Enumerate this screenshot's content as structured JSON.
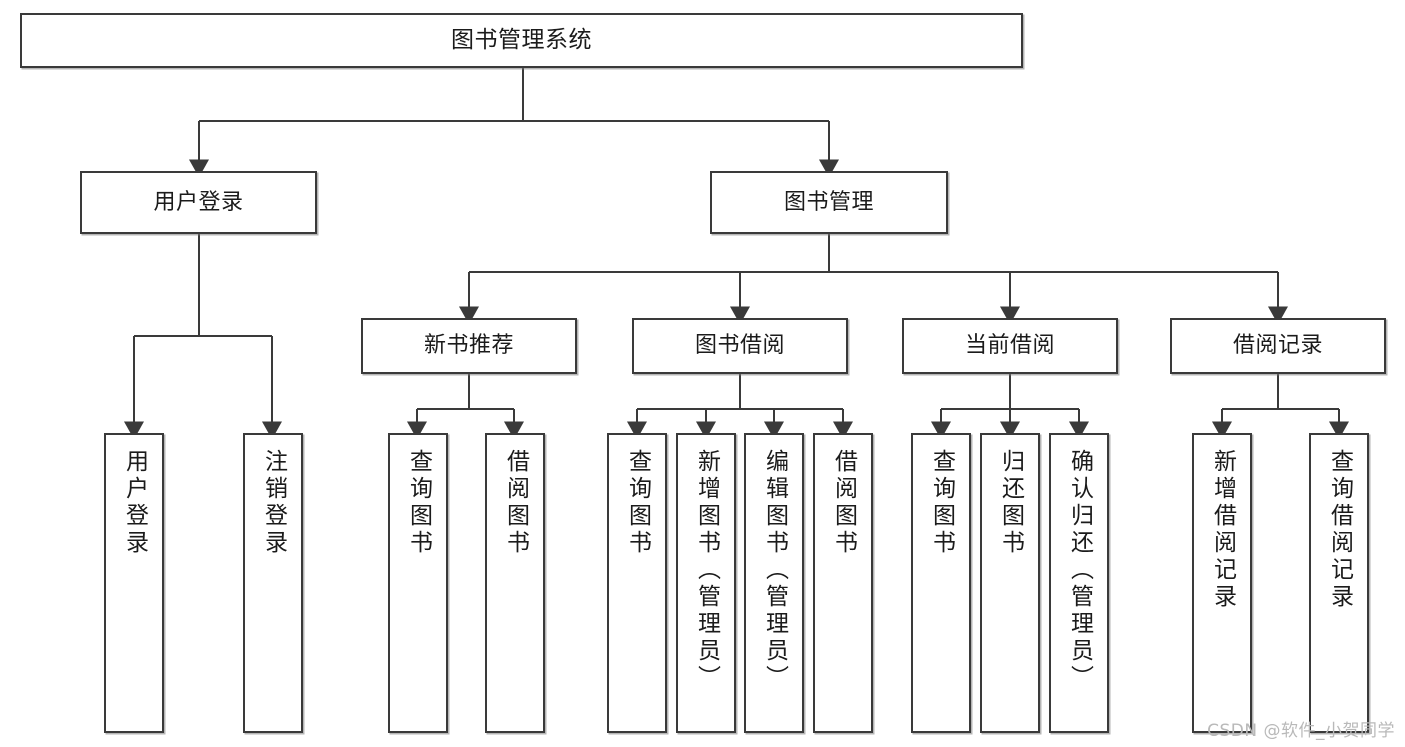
{
  "diagram": {
    "type": "tree-hierarchy",
    "title": "图书管理系统",
    "root": {
      "id": "root",
      "label": "图书管理系统"
    },
    "level2": [
      {
        "id": "user-login",
        "label": "用户登录"
      },
      {
        "id": "book-manage",
        "label": "图书管理"
      }
    ],
    "level3": [
      {
        "id": "new-book-recommend",
        "label": "新书推荐",
        "parent": "book-manage"
      },
      {
        "id": "book-borrow",
        "label": "图书借阅",
        "parent": "book-manage"
      },
      {
        "id": "current-borrow",
        "label": "当前借阅",
        "parent": "book-manage"
      },
      {
        "id": "borrow-record",
        "label": "借阅记录",
        "parent": "book-manage"
      }
    ],
    "leaves": [
      {
        "id": "leaf-user-login",
        "label": "用户登录",
        "parent": "user-login"
      },
      {
        "id": "leaf-user-logout",
        "label": "注销登录",
        "parent": "user-login"
      },
      {
        "id": "leaf-query-book-1",
        "label": "查询图书",
        "parent": "new-book-recommend"
      },
      {
        "id": "leaf-borrow-book-1",
        "label": "借阅图书",
        "parent": "new-book-recommend"
      },
      {
        "id": "leaf-query-book-2",
        "label": "查询图书",
        "parent": "book-borrow"
      },
      {
        "id": "leaf-add-book",
        "label": "新增图书（管理员）",
        "parent": "book-borrow"
      },
      {
        "id": "leaf-edit-book",
        "label": "编辑图书（管理员）",
        "parent": "book-borrow"
      },
      {
        "id": "leaf-borrow-book-2",
        "label": "借阅图书",
        "parent": "book-borrow"
      },
      {
        "id": "leaf-query-book-3",
        "label": "查询图书",
        "parent": "current-borrow"
      },
      {
        "id": "leaf-return-book",
        "label": "归还图书",
        "parent": "current-borrow"
      },
      {
        "id": "leaf-confirm-return",
        "label": "确认归还（管理员）",
        "parent": "current-borrow"
      },
      {
        "id": "leaf-add-record",
        "label": "新增借阅记录",
        "parent": "borrow-record"
      },
      {
        "id": "leaf-query-record",
        "label": "查询借阅记录",
        "parent": "borrow-record"
      }
    ],
    "colors": {
      "stroke": "#3a3a3a",
      "fill": "#ffffff",
      "text": "#1b1b1b",
      "watermark": "#b9b9b9"
    }
  },
  "watermark": {
    "text": "CSDN @软件_小贺同学"
  }
}
